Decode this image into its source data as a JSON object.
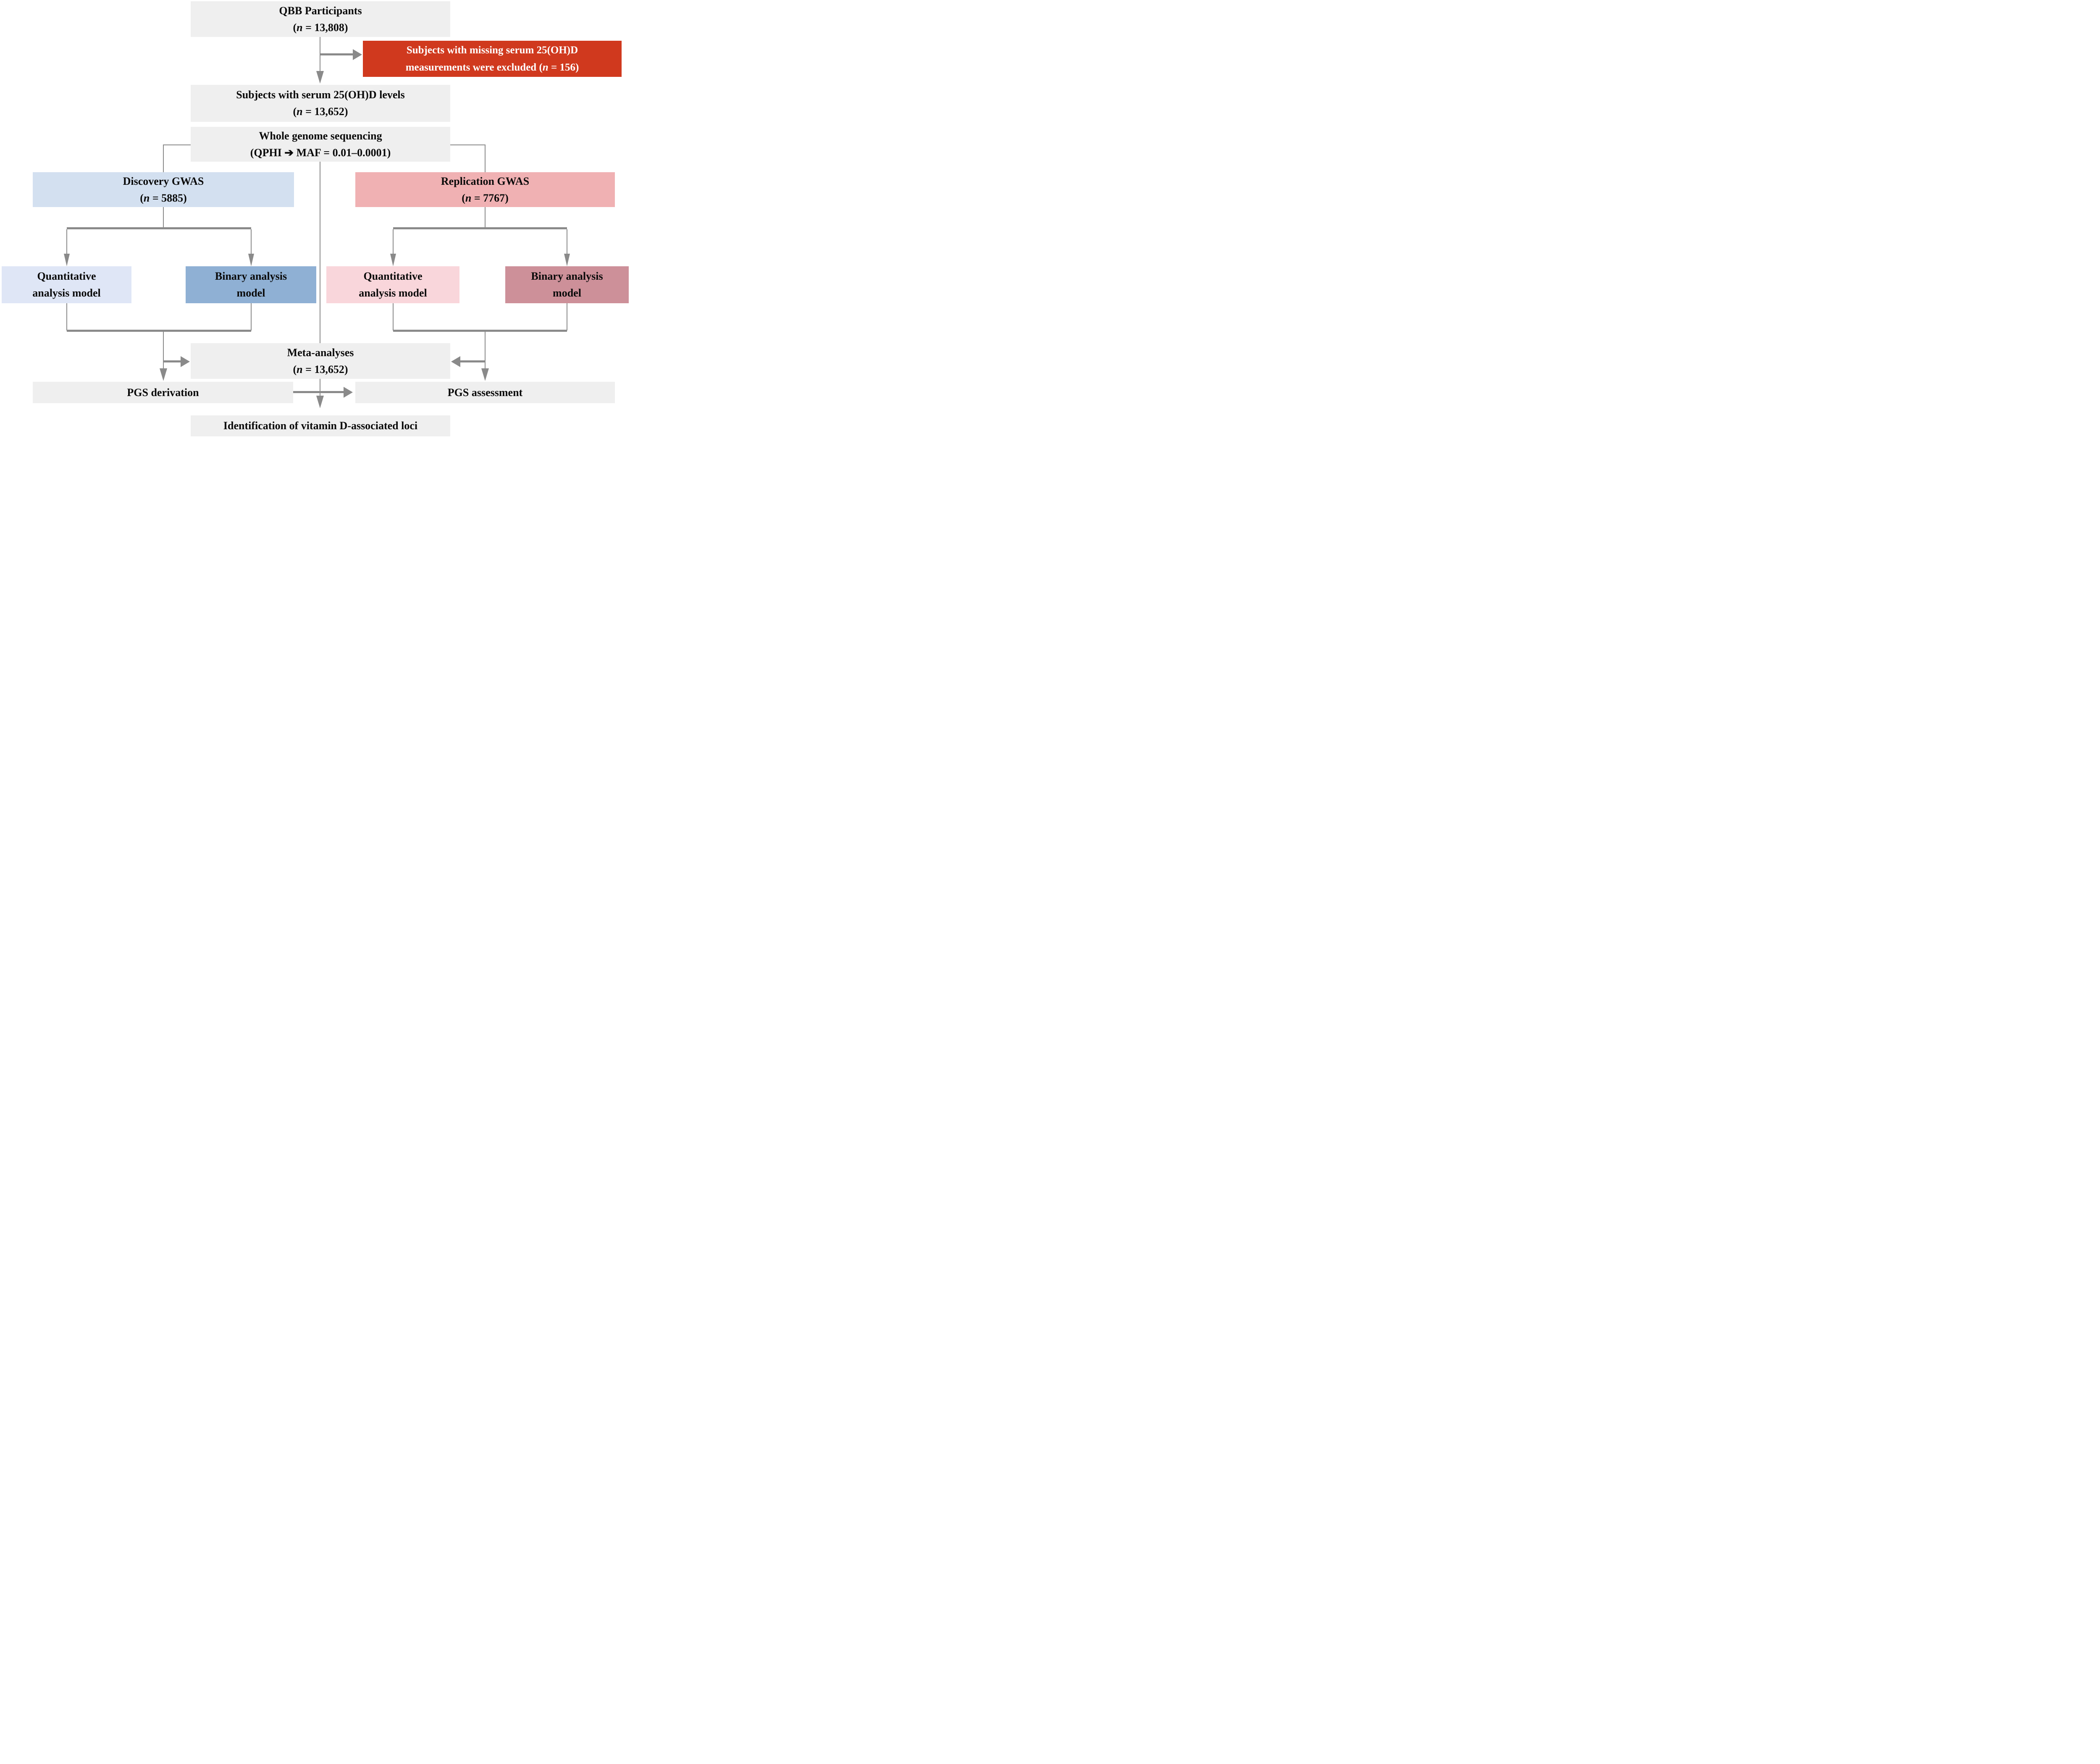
{
  "colors": {
    "background": "#ffffff",
    "gray_box": "#efefef",
    "excluded_red": "#d0391e",
    "discovery_blue": "#d3e0f0",
    "replication_pink": "#f0b1b3",
    "quantitative_discovery_blue": "#dfe6f6",
    "binary_discovery_blue": "#8fb0d4",
    "quantitative_replication_pink": "#f9d6db",
    "binary_replication_rose": "#cd9099",
    "connector_gray": "#8a8a8a",
    "text_black": "#0a0a0a",
    "text_white": "#ffffff"
  },
  "nodes": {
    "qbb": {
      "line1": "QBB Participants",
      "n_open": "(",
      "n": "n",
      "n_rest": " = 13,808)"
    },
    "excluded": {
      "line1": "Subjects with missing serum 25(OH)D",
      "n_open": "measurements were excluded (",
      "n": "n",
      "n_rest": " = 156)"
    },
    "serum": {
      "line1": "Subjects with serum 25(OH)D levels",
      "n_open": "(",
      "n": "n",
      "n_rest": " = 13,652)"
    },
    "wgs": {
      "line1": "Whole genome sequencing",
      "line2": "(QPHI ➔ MAF = 0.01–0.0001)"
    },
    "discovery": {
      "line1": "Discovery GWAS",
      "n_open": "(",
      "n": "n",
      "n_rest": " = 5885)"
    },
    "replication": {
      "line1": "Replication GWAS",
      "n_open": "(",
      "n": "n",
      "n_rest": " = 7767)"
    },
    "quant_disc": {
      "line1": "Quantitative",
      "line2": "analysis model"
    },
    "binary_disc": {
      "line1": "Binary analysis",
      "line2": "model"
    },
    "quant_repl": {
      "line1": "Quantitative",
      "line2": "analysis model"
    },
    "binary_repl": {
      "line1": "Binary analysis",
      "line2": "model"
    },
    "meta": {
      "line1": "Meta-analyses",
      "n_open": "(",
      "n": "n",
      "n_rest": " = 13,652)"
    },
    "pgs_derivation": {
      "line1": "PGS derivation"
    },
    "pgs_assessment": {
      "line1": "PGS assessment"
    },
    "identification": {
      "line1": "Identification of vitamin D-associated loci"
    }
  }
}
